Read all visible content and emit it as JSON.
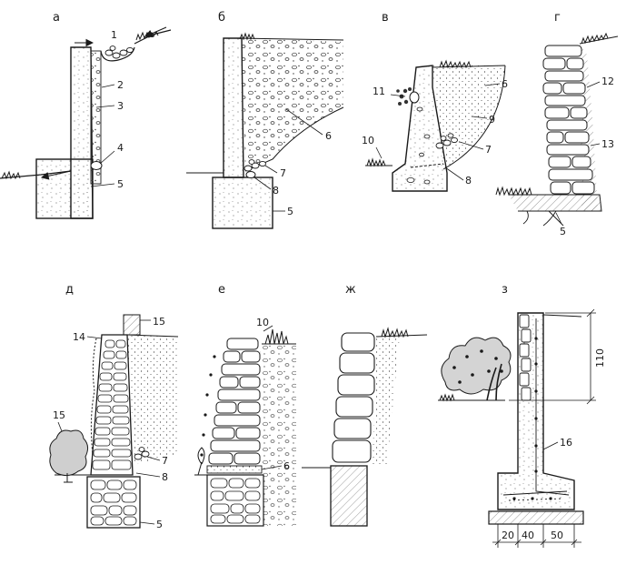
{
  "panels": [
    {
      "id": "a",
      "title": "а"
    },
    {
      "id": "b",
      "title": "б"
    },
    {
      "id": "v",
      "title": "в"
    },
    {
      "id": "g",
      "title": "г"
    },
    {
      "id": "d",
      "title": "д"
    },
    {
      "id": "e",
      "title": "е"
    },
    {
      "id": "zh",
      "title": "ж"
    },
    {
      "id": "z",
      "title": "з"
    }
  ],
  "callouts": {
    "a": [
      "1",
      "2",
      "3",
      "4",
      "5"
    ],
    "b": [
      "6",
      "7",
      "8",
      "5"
    ],
    "v": [
      "11",
      "6",
      "9",
      "7",
      "10",
      "8"
    ],
    "g": [
      "12",
      "13",
      "5"
    ],
    "d": [
      "15",
      "14",
      "15",
      "7",
      "8",
      "5"
    ],
    "e": [
      "10",
      "6"
    ],
    "z": [
      "16"
    ]
  },
  "dimensions": {
    "height": "110",
    "base": [
      "20",
      "40",
      "50"
    ]
  },
  "colors": {
    "ink": "#1a1a1a",
    "shade": "#e6e6e6",
    "fill": "#f4f4f4"
  }
}
